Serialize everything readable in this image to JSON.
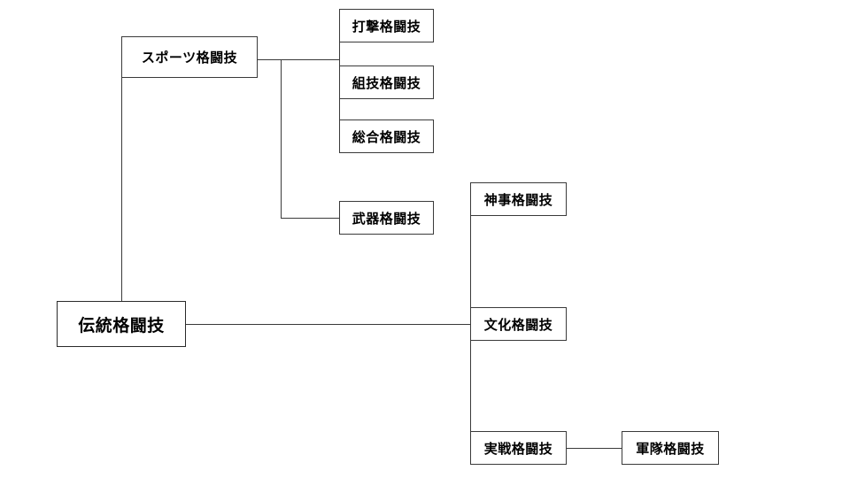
{
  "diagram": {
    "type": "tree",
    "title": "",
    "orientation": "left-to-right",
    "colors": {
      "background": "#ffffff",
      "box_border": "#3a3a3a",
      "box_fill": "#ffffff",
      "text": "#000000",
      "connector": "#3a3a3a"
    },
    "nodes": [
      {
        "id": "root",
        "label": "伝統格闘技",
        "level": 0
      },
      {
        "id": "sports",
        "label": "スポーツ格闘技",
        "level": 1
      },
      {
        "id": "striking",
        "label": "打撃格闘技",
        "level": 2
      },
      {
        "id": "grappling",
        "label": "組技格闘技",
        "level": 2
      },
      {
        "id": "mixed",
        "label": "総合格闘技",
        "level": 2
      },
      {
        "id": "weapons",
        "label": "武器格闘技",
        "level": 2
      },
      {
        "id": "ritual",
        "label": "神事格闘技",
        "level": 1
      },
      {
        "id": "cultural",
        "label": "文化格闘技",
        "level": 1
      },
      {
        "id": "practical",
        "label": "実戦格闘技",
        "level": 1
      },
      {
        "id": "military",
        "label": "軍隊格闘技",
        "level": 2
      }
    ],
    "edges": [
      {
        "from": "root",
        "to": "sports"
      },
      {
        "from": "sports",
        "to": "striking"
      },
      {
        "from": "sports",
        "to": "grappling"
      },
      {
        "from": "sports",
        "to": "mixed"
      },
      {
        "from": "sports",
        "to": "weapons"
      },
      {
        "from": "root",
        "to": "ritual"
      },
      {
        "from": "root",
        "to": "cultural"
      },
      {
        "from": "root",
        "to": "practical"
      },
      {
        "from": "practical",
        "to": "military"
      }
    ]
  }
}
